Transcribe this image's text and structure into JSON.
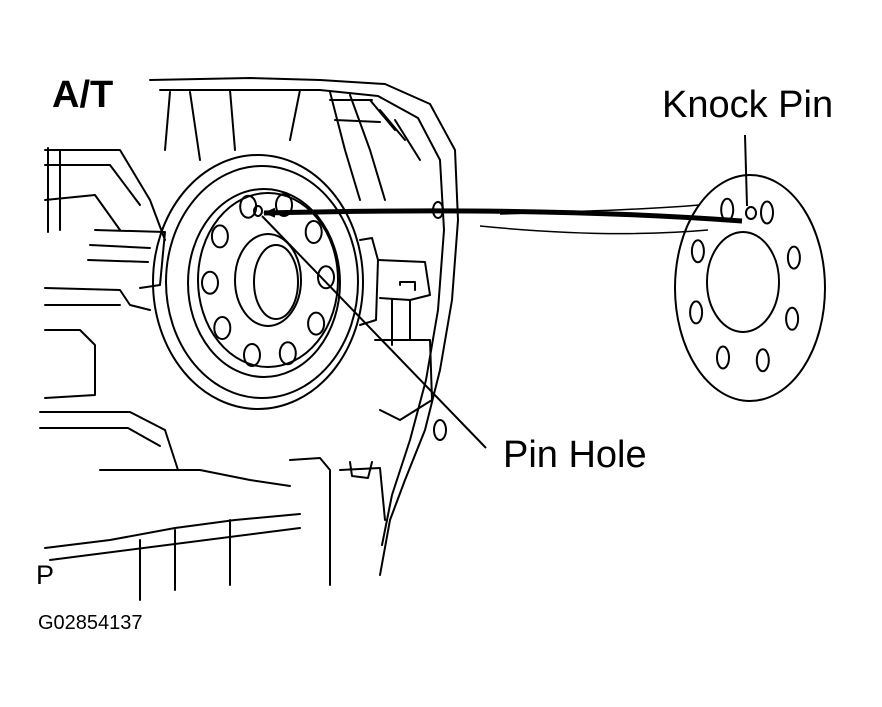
{
  "labels": {
    "assembly": "A/T",
    "knock_pin": "Knock Pin",
    "pin_hole": "Pin Hole",
    "corner_mark": "P",
    "figure_code": "G02854137"
  },
  "colors": {
    "ink": "#000000",
    "background": "#ffffff"
  },
  "parts": {
    "drive_plate_bolt_holes": 10,
    "spacer_bolt_holes": 8
  }
}
